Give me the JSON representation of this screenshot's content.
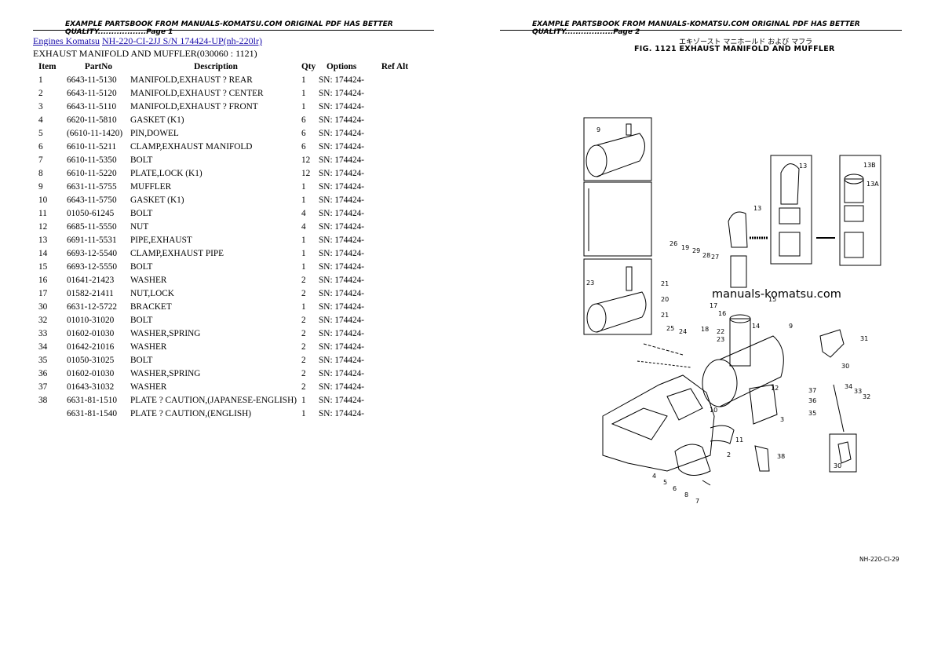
{
  "header": {
    "left": "EXAMPLE PARTSBOOK FROM MANUALS-KOMATSU.COM ORIGINAL PDF HAS BETTER QUALITY..................Page 1",
    "right": "EXAMPLE PARTSBOOK FROM MANUALS-KOMATSU.COM ORIGINAL PDF HAS BETTER QUALITY..................Page 2"
  },
  "breadcrumb": {
    "link1": "Engines Komatsu",
    "link2": "NH-220-CI-2JJ S/N 174424-UP(nh-220lr)"
  },
  "subtitle": "EXHAUST MANIFOLD AND MUFFLER(030060 : 1121)",
  "table": {
    "headers": {
      "item": "Item",
      "partno": "PartNo",
      "description": "Description",
      "qty": "Qty",
      "options": "Options",
      "refalt": "Ref Alt"
    },
    "rows": [
      {
        "item": "1",
        "partno": "6643-11-5130",
        "description": "MANIFOLD,EXHAUST ? REAR",
        "qty": "1",
        "options": "SN: 174424-"
      },
      {
        "item": "2",
        "partno": "6643-11-5120",
        "description": "MANIFOLD,EXHAUST ? CENTER",
        "qty": "1",
        "options": "SN: 174424-"
      },
      {
        "item": "3",
        "partno": "6643-11-5110",
        "description": "MANIFOLD,EXHAUST ? FRONT",
        "qty": "1",
        "options": "SN: 174424-"
      },
      {
        "item": "4",
        "partno": "6620-11-5810",
        "description": "GASKET (K1)",
        "qty": "6",
        "options": "SN: 174424-"
      },
      {
        "item": "5",
        "partno": "(6610-11-1420)",
        "description": "PIN,DOWEL",
        "qty": "6",
        "options": "SN: 174424-"
      },
      {
        "item": "6",
        "partno": "6610-11-5211",
        "description": "CLAMP,EXHAUST MANIFOLD",
        "qty": "6",
        "options": "SN: 174424-"
      },
      {
        "item": "7",
        "partno": "6610-11-5350",
        "description": "BOLT",
        "qty": "12",
        "options": "SN: 174424-"
      },
      {
        "item": "8",
        "partno": "6610-11-5220",
        "description": "PLATE,LOCK (K1)",
        "qty": "12",
        "options": "SN: 174424-"
      },
      {
        "item": "9",
        "partno": "6631-11-5755",
        "description": "MUFFLER",
        "qty": "1",
        "options": "SN: 174424-"
      },
      {
        "item": "10",
        "partno": "6643-11-5750",
        "description": "GASKET (K1)",
        "qty": "1",
        "options": "SN: 174424-"
      },
      {
        "item": "11",
        "partno": "01050-61245",
        "description": "BOLT",
        "qty": "4",
        "options": "SN: 174424-"
      },
      {
        "item": "12",
        "partno": "6685-11-5550",
        "description": "NUT",
        "qty": "4",
        "options": "SN: 174424-"
      },
      {
        "item": "13",
        "partno": "6691-11-5531",
        "description": "PIPE,EXHAUST",
        "qty": "1",
        "options": "SN: 174424-"
      },
      {
        "item": "14",
        "partno": "6693-12-5540",
        "description": "CLAMP,EXHAUST PIPE",
        "qty": "1",
        "options": "SN: 174424-"
      },
      {
        "item": "15",
        "partno": "6693-12-5550",
        "description": "BOLT",
        "qty": "1",
        "options": "SN: 174424-"
      },
      {
        "item": "16",
        "partno": "01641-21423",
        "description": "WASHER",
        "qty": "2",
        "options": "SN: 174424-"
      },
      {
        "item": "17",
        "partno": "01582-21411",
        "description": "NUT,LOCK",
        "qty": "2",
        "options": "SN: 174424-"
      },
      {
        "item": "30",
        "partno": "6631-12-5722",
        "description": "BRACKET",
        "qty": "1",
        "options": "SN: 174424-"
      },
      {
        "item": "32",
        "partno": "01010-31020",
        "description": "BOLT",
        "qty": "2",
        "options": "SN: 174424-"
      },
      {
        "item": "33",
        "partno": "01602-01030",
        "description": "WASHER,SPRING",
        "qty": "2",
        "options": "SN: 174424-"
      },
      {
        "item": "34",
        "partno": "01642-21016",
        "description": "WASHER",
        "qty": "2",
        "options": "SN: 174424-"
      },
      {
        "item": "35",
        "partno": "01050-31025",
        "description": "BOLT",
        "qty": "2",
        "options": "SN: 174424-"
      },
      {
        "item": "36",
        "partno": "01602-01030",
        "description": "WASHER,SPRING",
        "qty": "2",
        "options": "SN: 174424-"
      },
      {
        "item": "37",
        "partno": "01643-31032",
        "description": "WASHER",
        "qty": "2",
        "options": "SN: 174424-"
      },
      {
        "item": "38",
        "partno": "6631-81-1510",
        "description": "PLATE ? CAUTION,(JAPANESE-ENGLISH)",
        "qty": "1",
        "options": "SN: 174424-"
      },
      {
        "item": "",
        "partno": "6631-81-1540",
        "description": "PLATE ? CAUTION,(ENGLISH)",
        "qty": "1",
        "options": "SN: 174424-"
      }
    ]
  },
  "figure": {
    "title_jp": "エキゾースト マニホールド および マフラ",
    "title": "FIG. 1121  EXHAUST MANIFOLD AND MUFFLER",
    "watermark": "manuals-komatsu.com",
    "code": "NH-220-CI-29"
  }
}
